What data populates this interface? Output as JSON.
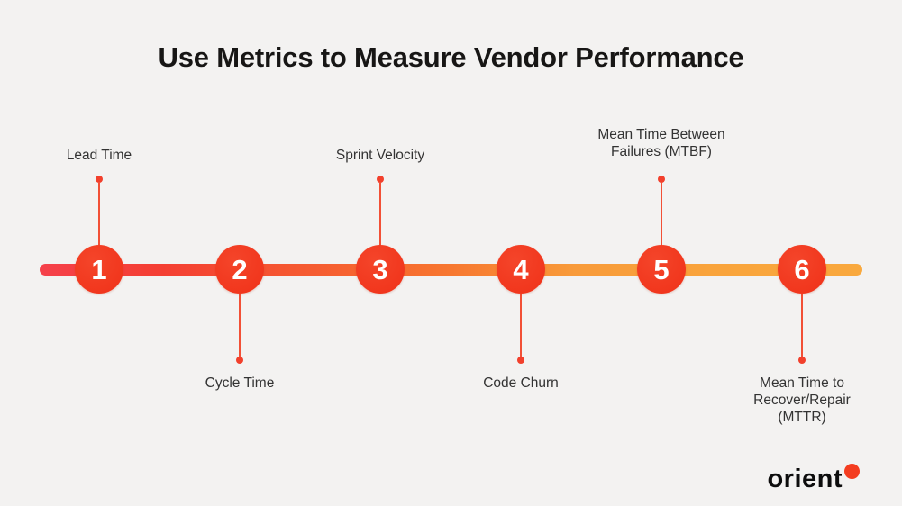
{
  "title": "Use Metrics to Measure Vendor Performance",
  "timeline": {
    "items": [
      {
        "number": "1",
        "label": "Lead Time",
        "label_position": "above"
      },
      {
        "number": "2",
        "label": "Cycle Time",
        "label_position": "below"
      },
      {
        "number": "3",
        "label": "Sprint Velocity",
        "label_position": "above"
      },
      {
        "number": "4",
        "label": "Code Churn",
        "label_position": "below"
      },
      {
        "number": "5",
        "label": "Mean Time Between Failures (MTBF)",
        "label_position": "above"
      },
      {
        "number": "6",
        "label": "Mean Time to Recover/Repair (MTTR)",
        "label_position": "below"
      }
    ]
  },
  "colors": {
    "background": "#f3f2f1",
    "title_text": "#171615",
    "label_text": "#333333",
    "circle_fill": "#f23a20",
    "circle_number": "#ffffff",
    "bar_gradient_start": "#f5414b",
    "bar_gradient_mid": "#f7732f",
    "bar_gradient_end": "#f9a93e",
    "connector": "#f25036"
  },
  "logo": {
    "text": "orient",
    "dot_color": "#f43d20"
  }
}
